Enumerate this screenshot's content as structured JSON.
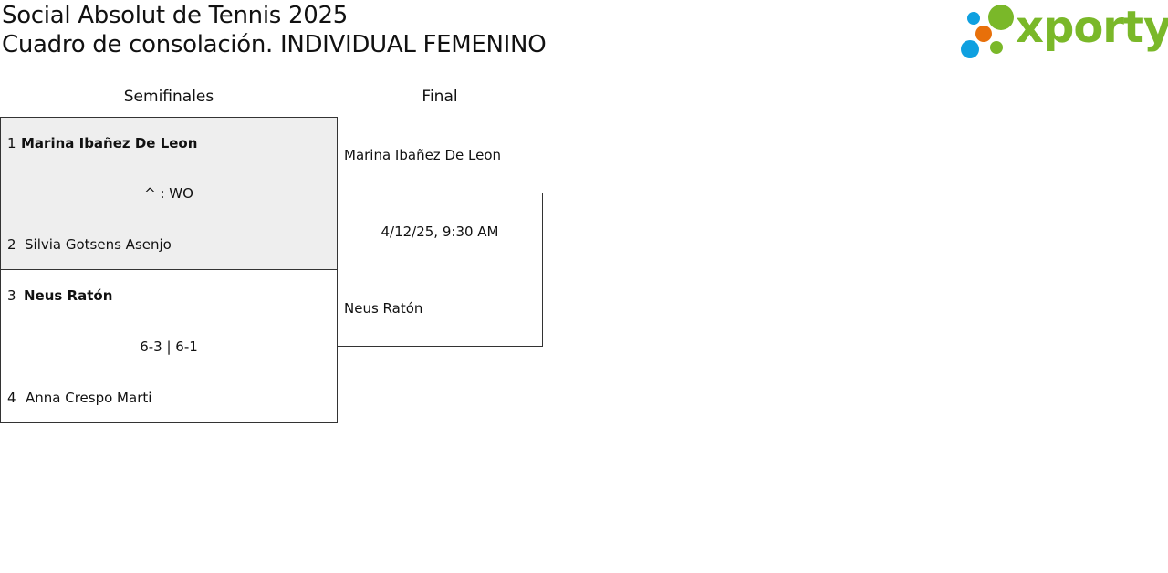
{
  "header": {
    "title": "Social Absolut de Tennis 2025",
    "subtitle": "Cuadro de consolación. INDIVIDUAL FEMENINO",
    "logo_text": "xporty"
  },
  "rounds": [
    {
      "label": "Semifinales"
    },
    {
      "label": "Final"
    }
  ],
  "semifinals": [
    {
      "p1_seed": "1",
      "p1_name": "Marina Ibañez De Leon",
      "result": "^ : WO",
      "p2_seed": "2",
      "p2_name": "Silvia Gotsens Asenjo",
      "winner": 1
    },
    {
      "p1_seed": "3",
      "p1_name": "Neus Ratón",
      "result": "6-3 | 6-1",
      "p2_seed": "4",
      "p2_name": "Anna Crespo Marti",
      "winner": 1
    }
  ],
  "final": {
    "p1_name": "Marina Ibañez De Leon",
    "schedule": "4/12/25, 9:30 AM",
    "p2_name": "Neus Ratón"
  },
  "colors": {
    "logo_green": "#7ab829",
    "logo_blue": "#0fa0e0",
    "logo_orange": "#e8700a",
    "highlight_bg": "#eeeeee"
  }
}
